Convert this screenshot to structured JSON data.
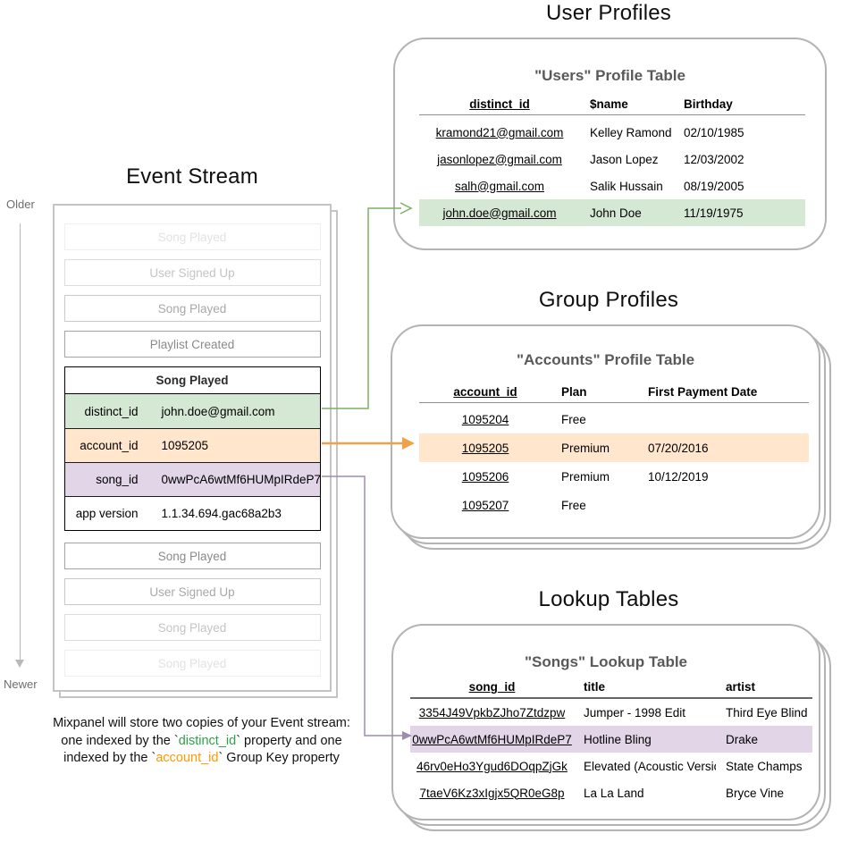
{
  "event_stream": {
    "title": "Event Stream",
    "older_label": "Older",
    "newer_label": "Newer",
    "events_before": [
      "Song Played",
      "User Signed Up",
      "Song Played",
      "Playlist Created"
    ],
    "focused_event": {
      "name": "Song Played",
      "properties": [
        {
          "key": "distinct_id",
          "value": "john.doe@gmail.com",
          "highlight": "green"
        },
        {
          "key": "account_id",
          "value": "1095205",
          "highlight": "orange"
        },
        {
          "key": "song_id",
          "value": "0wwPcA6wtMf6HUMpIRdeP7",
          "highlight": "purple"
        },
        {
          "key": "app version",
          "value": "1.1.34.694.gac68a2b3",
          "highlight": "none"
        }
      ]
    },
    "events_after": [
      "Song Played",
      "User Signed Up",
      "Song Played",
      "Song Played"
    ]
  },
  "user_profiles": {
    "section_title": "User Profiles",
    "table_title": "\"Users\" Profile Table",
    "columns": [
      "distinct_id",
      "$name",
      "Birthday"
    ],
    "rows": [
      [
        "kramond21@gmail.com",
        "Kelley Ramond",
        "02/10/1985"
      ],
      [
        "jasonlopez@gmail.com",
        "Jason Lopez",
        "12/03/2002"
      ],
      [
        "salh@gmail.com",
        "Salik Hussain",
        "08/19/2005"
      ],
      [
        "john.doe@gmail.com",
        "John Doe",
        "11/19/1975"
      ]
    ],
    "highlight_index": 3
  },
  "group_profiles": {
    "section_title": "Group Profiles",
    "table_title": "\"Accounts\" Profile Table",
    "columns": [
      "account_id",
      "Plan",
      "First Payment Date"
    ],
    "rows": [
      [
        "1095204",
        "Free",
        ""
      ],
      [
        "1095205",
        "Premium",
        "07/20/2016"
      ],
      [
        "1095206",
        "Premium",
        "10/12/2019"
      ],
      [
        "1095207",
        "Free",
        ""
      ]
    ],
    "highlight_index": 1
  },
  "lookup_tables": {
    "section_title": "Lookup Tables",
    "table_title": "\"Songs\" Lookup Table",
    "columns": [
      "song_id",
      "title",
      "artist"
    ],
    "rows": [
      [
        "3354J49VpkbZJho7Ztdzpw",
        "Jumper - 1998 Edit",
        "Third Eye Blind"
      ],
      [
        "0wwPcA6wtMf6HUMpIRdeP7",
        "Hotline Bling",
        "Drake"
      ],
      [
        "46rv0eHo3Ygud6DOqpZjGk",
        "Elevated (Acoustic Version)",
        "State Champs"
      ],
      [
        "7taeV6Kz3xIgjx5QR0eG8p",
        "La La Land",
        "Bryce Vine"
      ]
    ],
    "highlight_index": 1
  },
  "caption": {
    "line1": "Mixpanel will store two copies of your Event stream:",
    "line2_prefix": "one indexed by the `",
    "line2_highlight": "distinct_id",
    "line2_suffix": "` property and one",
    "line3_prefix": "indexed by the `",
    "line3_highlight": "account_id",
    "line3_suffix": "` Group Key property"
  },
  "colors": {
    "green_fill": "#d5e8d4",
    "orange_fill": "#ffe6cc",
    "purple_fill": "#e1d5e7",
    "green_arrow": "#7fae63",
    "orange_arrow": "#f0a24b",
    "purple_arrow": "#9f8bae",
    "caption_green": "#2ea04a",
    "caption_orange": "#ff9900"
  }
}
